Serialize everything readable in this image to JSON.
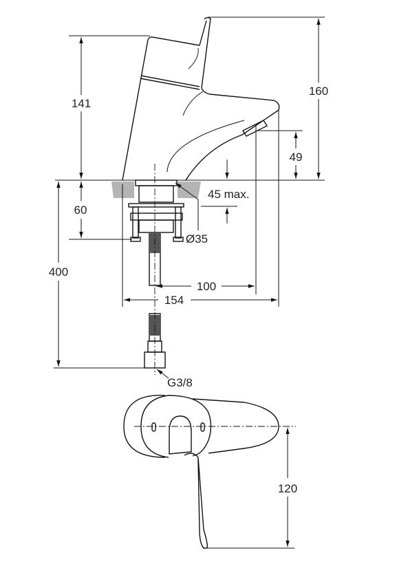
{
  "drawing": {
    "dimensions": {
      "d141": "141",
      "d160": "160",
      "d49": "49",
      "d45": "45 max.",
      "d60": "60",
      "d35": "Ø35",
      "d400": "400",
      "d100": "100",
      "d154": "154",
      "thread": "G3/8",
      "d120": "120"
    },
    "colors": {
      "line": "#111111",
      "countertop": "#b4b4b4"
    }
  }
}
